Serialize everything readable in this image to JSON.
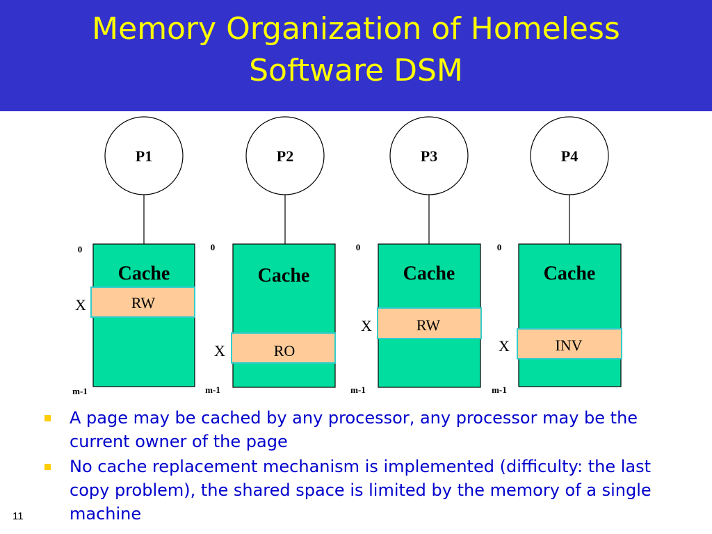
{
  "title": {
    "line1": "Memory Organization of Homeless",
    "line2": "Software DSM"
  },
  "diagram": {
    "processors": [
      {
        "label": "P1",
        "cache_label": "Cache",
        "page_state": "RW",
        "page_marker": "X",
        "addr_start": "0",
        "addr_end": "m-1"
      },
      {
        "label": "P2",
        "cache_label": "Cache",
        "page_state": "RO",
        "page_marker": "X",
        "addr_start": "0",
        "addr_end": "m-1"
      },
      {
        "label": "P3",
        "cache_label": "Cache",
        "page_state": "RW",
        "page_marker": "X",
        "addr_start": "0",
        "addr_end": "m-1"
      },
      {
        "label": "P4",
        "cache_label": "Cache",
        "page_state": "INV",
        "page_marker": "X",
        "addr_start": "0",
        "addr_end": "m-1"
      }
    ]
  },
  "bullets": [
    "A page may be cached by any processor, any processor may be the current owner of the page",
    "No cache replacement mechanism is implemented (difficulty: the last copy problem), the shared space is limited by the memory of a single machine"
  ],
  "slide_number": "11",
  "colors": {
    "title_bar": "#3333cc",
    "title_text": "#ffff00",
    "cache_fill": "#00dd9e",
    "page_fill": "#ffcc99",
    "page_border": "#33cccc",
    "bullet_text": "#0000cc",
    "bullet_marker": "#ffcc00"
  }
}
